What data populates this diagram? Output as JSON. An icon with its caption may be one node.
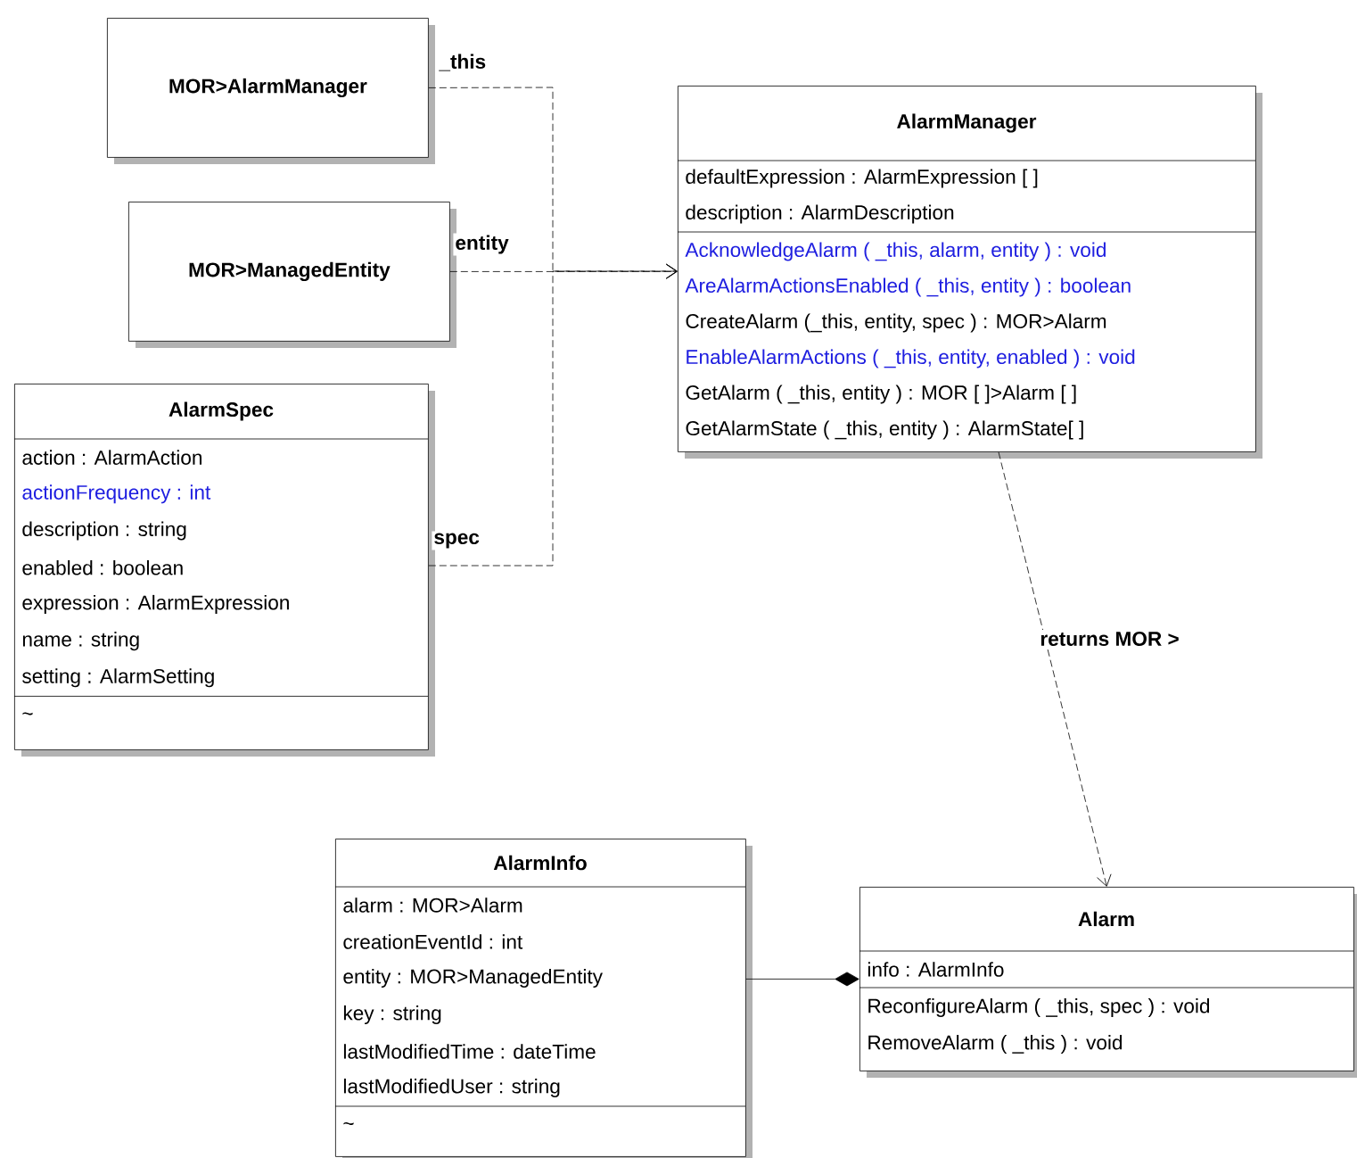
{
  "diagram": {
    "nodes": [
      {
        "text": [
          "MOR>AlarmManager"
        ]
      },
      {
        "text": [
          "MOR>ManagedEntity"
        ]
      },
      {
        "text": [
          "AlarmSpec",
          "action : AlarmAction",
          "actionFrequency : int",
          "description : string",
          "enabled : boolean",
          "expression : AlarmExpression",
          "name : string",
          "setting : AlarmSetting",
          "~"
        ]
      },
      {
        "text": [
          "AlarmManager",
          "defaultExpression : AlarmExpression [ ]",
          "description : AlarmDescription",
          "AcknowledgeAlarm ( _this, alarm, entity ) : void",
          "AreAlarmActionsEnabled ( _this, entity ) : boolean",
          "CreateAlarm (_this, entity, spec ) : MOR>Alarm",
          "EnableAlarmActions ( _this, entity, enabled ) : void",
          "GetAlarm ( _this, entity ) : MOR [ ]>Alarm [ ]",
          "GetAlarmState ( _this, entity ) : AlarmState[ ]"
        ]
      },
      {
        "text": [
          "AlarmInfo",
          "alarm : MOR>Alarm",
          "creationEventId : int",
          "entity : MOR>ManagedEntity",
          "key : string",
          "lastModifiedTime : dateTime",
          "lastModifiedUser : string",
          "~"
        ]
      },
      {
        "text": [
          "Alarm",
          "info : AlarmInfo",
          "ReconfigureAlarm ( _this, spec ) : void",
          "RemoveAlarm ( _this ) : void"
        ]
      }
    ],
    "edges": [
      {
        "from": 0,
        "to": 3,
        "arrow": "to",
        "label": "_this",
        "style": "dashed"
      },
      {
        "from": 1,
        "to": 3,
        "arrow": "to",
        "label": "entity",
        "style": "dashed"
      },
      {
        "from": 2,
        "to": 3,
        "arrow": "to",
        "label": "spec",
        "style": "dashed"
      },
      {
        "from": 3,
        "to": 5,
        "arrow": "to",
        "label": "returns MOR >",
        "style": "dashed"
      },
      {
        "from": 4,
        "to": 5,
        "arrow": "other"
      }
    ]
  }
}
